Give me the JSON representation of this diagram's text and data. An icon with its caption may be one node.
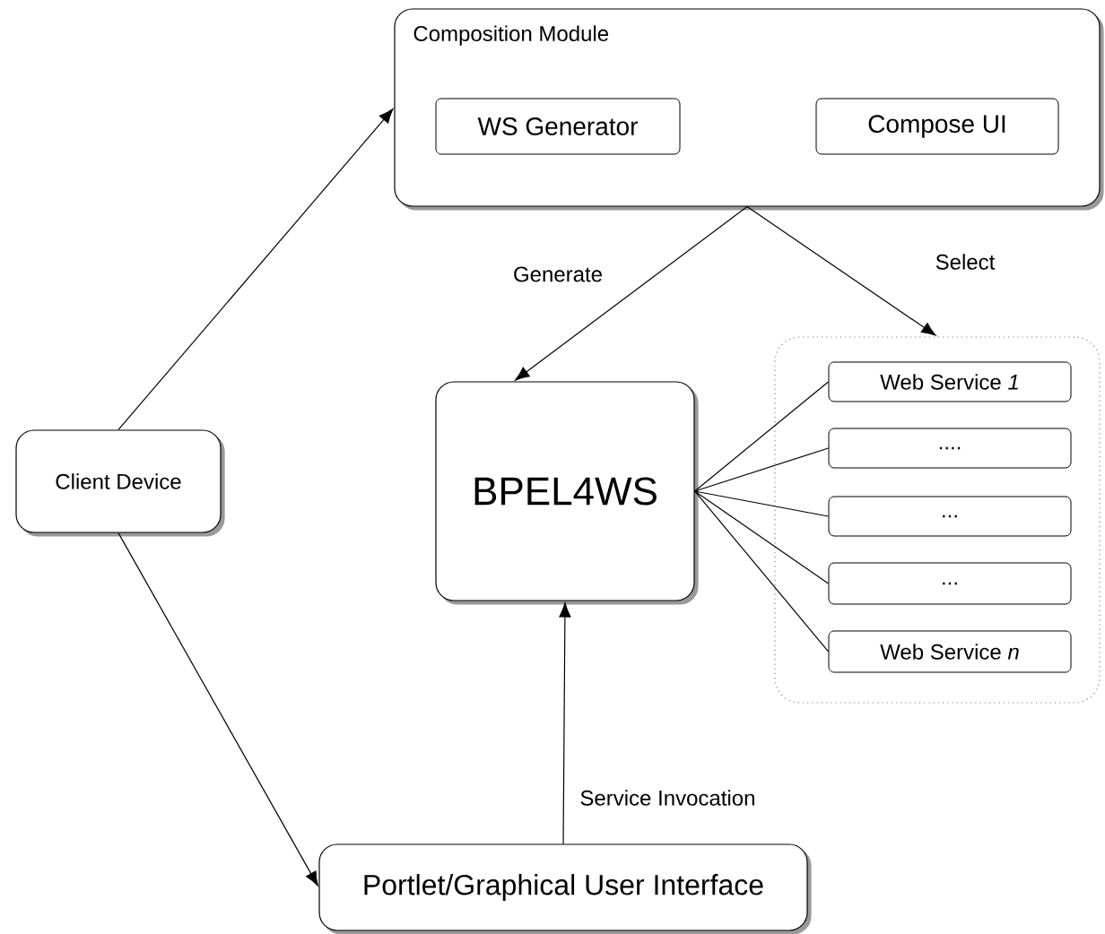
{
  "diagram": {
    "nodes": [
      {
        "text": [
          "Composition Module"
        ]
      },
      {
        "text": [
          "WS Generator"
        ],
        "in": 0
      },
      {
        "text": [
          "Compose UI"
        ],
        "in": 0
      },
      {
        "text": [
          "Client Device"
        ]
      },
      {
        "text": [
          "BPEL4WS"
        ]
      },
      {
        "text": [],
        "shape": "box"
      },
      {
        "text": [
          "Web Service *1*"
        ],
        "in": 5
      },
      {
        "text": [
          "...."
        ],
        "in": 5
      },
      {
        "text": [
          "..."
        ],
        "in": 5
      },
      {
        "text": [
          "..."
        ],
        "in": 5
      },
      {
        "text": [
          "Web Service *n*"
        ],
        "in": 5
      },
      {
        "text": [
          "Portlet/Graphical User Interface"
        ]
      }
    ],
    "edges": [
      {
        "from": 3,
        "to": 0,
        "arrow": "to"
      },
      {
        "from": 3,
        "to": 11,
        "arrow": "to"
      },
      {
        "from": 0,
        "to": 4,
        "arrow": "to",
        "label": "Generate"
      },
      {
        "from": 0,
        "to": 5,
        "arrow": "to",
        "label": "Select"
      },
      {
        "from": 4,
        "to": 6,
        "arrow": "none"
      },
      {
        "from": 4,
        "to": 7,
        "arrow": "none"
      },
      {
        "from": 4,
        "to": 8,
        "arrow": "none"
      },
      {
        "from": 4,
        "to": 9,
        "arrow": "none"
      },
      {
        "from": 4,
        "to": 10,
        "arrow": "none"
      },
      {
        "from": 11,
        "to": 4,
        "arrow": "to",
        "label": "Service Invocation"
      }
    ]
  }
}
